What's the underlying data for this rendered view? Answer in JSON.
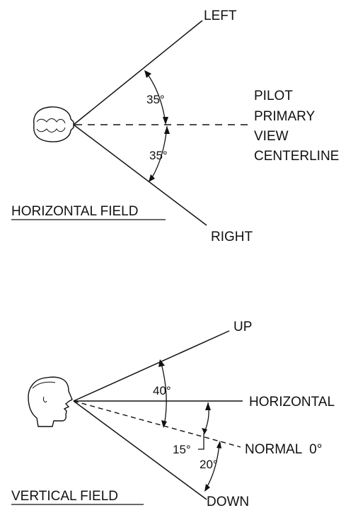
{
  "horizontal_field": {
    "title": "HORIZONTAL FIELD",
    "left_label": "LEFT",
    "right_label": "RIGHT",
    "upper_angle": "35°",
    "lower_angle": "35°",
    "centerline_label": [
      "PILOT",
      "PRIMARY",
      "VIEW",
      "CENTERLINE"
    ]
  },
  "vertical_field": {
    "title": "VERTICAL FIELD",
    "up_label": "UP",
    "down_label": "DOWN",
    "horizontal_label": "HORIZONTAL",
    "normal_label": "NORMAL  0°",
    "up_angle": "40°",
    "normal_angle": "15°",
    "down_angle": "20°"
  },
  "icons": [
    "head-top-view-icon",
    "head-side-profile-icon"
  ]
}
